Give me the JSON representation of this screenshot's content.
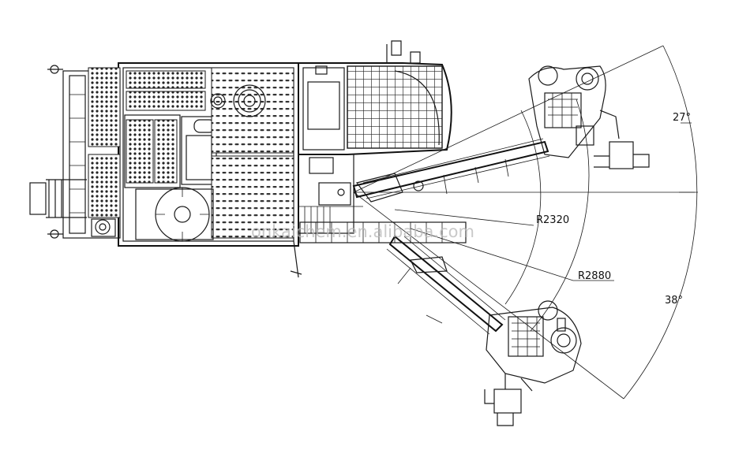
{
  "labels": {
    "angle_top": "27°",
    "angle_bottom": "38°",
    "radius_inner": "R2320",
    "radius_outer": "R2880"
  },
  "watermark": "onkaichem.en.alibaba.com",
  "colors": {
    "line": "#1a1a1a",
    "watermark": "#b8b8b8",
    "background": "#ffffff"
  }
}
